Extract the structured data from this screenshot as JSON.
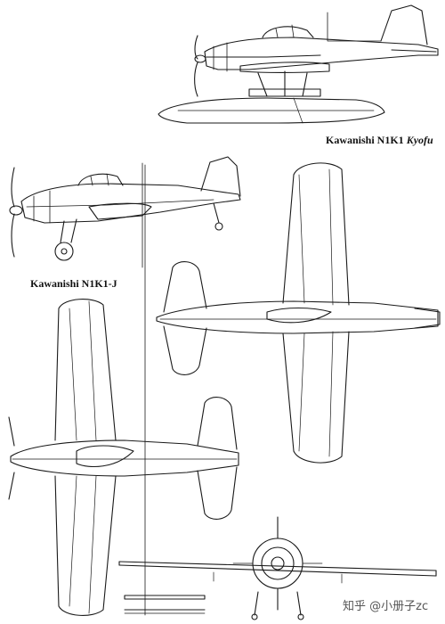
{
  "labels": {
    "kyofu_name": "Kawanishi N1K1",
    "kyofu_suffix": "Kyofu",
    "n1k1j": "Kawanishi N1K1-J"
  },
  "watermark": "知乎 @小册子zc",
  "colors": {
    "ink": "#1a1a1a",
    "background": "#ffffff"
  }
}
